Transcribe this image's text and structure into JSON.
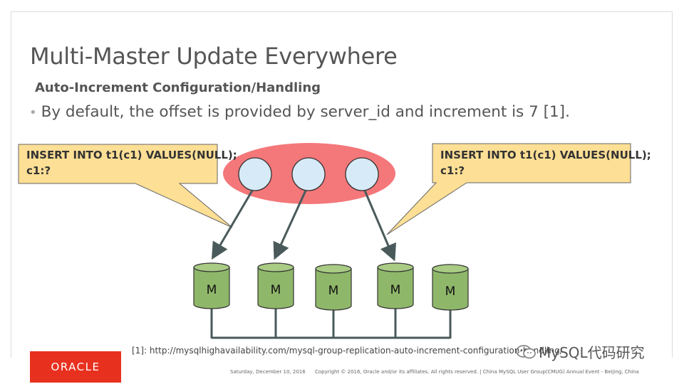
{
  "slide": {
    "title": "Multi-Master Update Everywhere",
    "subtitle": "Auto-Increment Configuration/Handling",
    "bullet": "By default, the offset is provided by server_id and increment is 7 [1]."
  },
  "callouts": {
    "left_line1": "INSERT INTO t1(c1) VALUES(NULL);",
    "left_line2": "c1:?",
    "right_line1": "INSERT INTO t1(c1) VALUES(NULL);",
    "right_line2": "c1:?"
  },
  "databases": [
    {
      "label": "M"
    },
    {
      "label": "M"
    },
    {
      "label": "M"
    },
    {
      "label": "M"
    },
    {
      "label": "M"
    }
  ],
  "footnote": "[1]: http://mysqlhighavailability.com/mysql-group-replication-auto-increment-configuration-handling/",
  "watermark": "MySQL代码研究",
  "footer": {
    "logo": "ORACLE",
    "date": "Saturday, December 10, 2016",
    "copyright": "Copyright © 2016, Oracle and/or its affiliates. All rights reserved.   |  China MySQL User Group(CMUG) Annual Event - Beijing, China"
  },
  "colors": {
    "ellipse": "#f4777a",
    "node": "#d7eaf7",
    "callout": "#fddf95",
    "db": "#8fb76a",
    "db_top": "#a9cb84",
    "arrow": "#4a5a5a",
    "oracle_red": "#e8301f"
  }
}
